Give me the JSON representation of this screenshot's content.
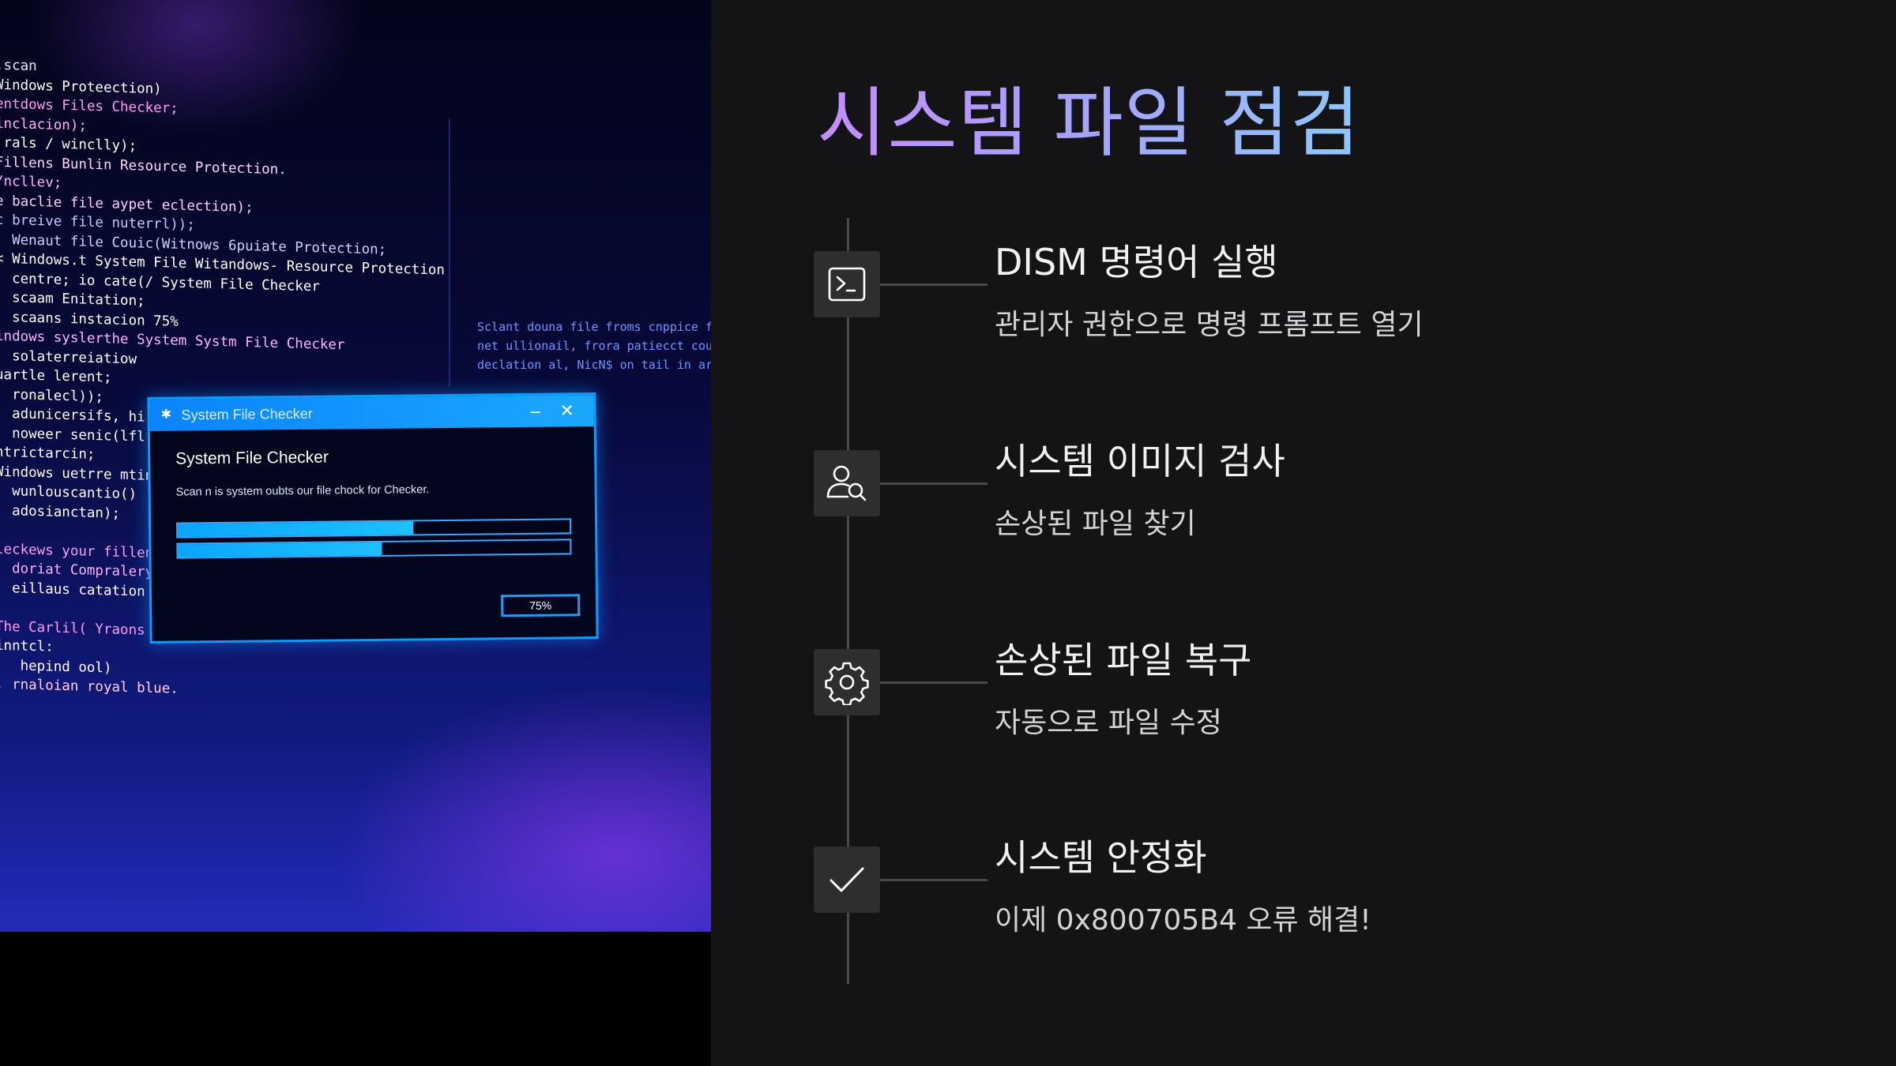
{
  "photo": {
    "code_lines": [
      {
        "text": ".scan",
        "color": "#e9e4ff"
      },
      {
        "text": "Windows Proteection)",
        "color": "#ffffff"
      },
      {
        "text": "entdows Files Checker;",
        "color": "#ff9cf6"
      },
      {
        "text": "inclacion);",
        "color": "#ffb0ff"
      },
      {
        "text": " rals / winclly);",
        "color": "#ffffff"
      },
      {
        "text": "Fillens Bunlin Resource Protection.",
        "color": "#ffd6ff"
      },
      {
        "text": "/ncllev;",
        "color": "#ffb0ff"
      },
      {
        "text": "e baclie file aypet eclection);",
        "color": "#ffd0ff"
      },
      {
        "text": "c breive file nuterrl));",
        "color": "#c8c8ff"
      },
      {
        "text": "  Wenaut file Couic(Witnows 6puiate Protection;",
        "color": "#c8d4ff"
      },
      {
        "text": "< Windows.t System File Witandows- Resource Protection",
        "color": "#ffffff"
      },
      {
        "text": "  centre; io cate(/ System File Checker",
        "color": "#ffffff"
      },
      {
        "text": "  scaam Enitation;",
        "color": "#ffffff"
      },
      {
        "text": "  scaans instacion 75%",
        "color": "#ffffff"
      },
      {
        "text": "indows syslerthe System Systm File Checker",
        "color": "#ffb2ff"
      },
      {
        "text": "  solaterreiatiow",
        "color": "#ffffff"
      },
      {
        "text": "uartle lerent;",
        "color": "#ffffff"
      },
      {
        "text": "  ronalecl));",
        "color": "#ffffff"
      },
      {
        "text": "  adunicersifs, hi",
        "color": "#ffffff"
      },
      {
        "text": "  noweer senic(lfl",
        "color": "#ffffff"
      },
      {
        "text": "ntrictarcin;",
        "color": "#ffffff"
      },
      {
        "text": "Windows uetrre mtin",
        "color": "#ffffff"
      },
      {
        "text": "  wunlouscantio()",
        "color": "#ffffff"
      },
      {
        "text": "  adosianctan);",
        "color": "#ffffff"
      },
      {
        "text": "",
        "color": "#ffffff"
      },
      {
        "text": "leckews your fillen",
        "color": "#ff9cf6"
      },
      {
        "text": "  doriat Compralery",
        "color": "#ffb0ff"
      },
      {
        "text": "  eillaus catation",
        "color": "#ffffff"
      },
      {
        "text": "",
        "color": "#ffffff"
      },
      {
        "text": "The Carlil( Yraons file",
        "color": "#ff9cf6"
      },
      {
        "text": "inntcl:",
        "color": "#ffffff"
      },
      {
        "text": "   hepind ool)",
        "color": "#ffffff"
      },
      {
        "text": ". rnaloian royal blue.",
        "color": "#ffd0ff"
      }
    ],
    "code_right": [
      "Sclant douna file froms cnppice f",
      "net ullionail, frora patiecct cou",
      "declation al, NicN$ on tail in ar"
    ],
    "dialog": {
      "title": "System File Checker",
      "heading": "System File Checker",
      "text": "Scan n is system oubts our file chock for Checker.",
      "min_icon": "–",
      "close_icon": "✕",
      "app_icon": "shield-gear-icon",
      "progress": [
        0.6,
        0.52
      ],
      "button_label": "75%"
    }
  },
  "content": {
    "title": "시스템 파일 점검",
    "steps": [
      {
        "icon": "terminal-icon",
        "title": "DISM 명령어 실행",
        "subtitle": "관리자 권한으로 명령 프롬프트 열기"
      },
      {
        "icon": "user-search-icon",
        "title": "시스템 이미지 검사",
        "subtitle": "손상된 파일 찾기"
      },
      {
        "icon": "gear-icon",
        "title": "손상된 파일 복구",
        "subtitle": "자동으로 파일 수정"
      },
      {
        "icon": "checkmark-icon",
        "title": "시스템 안정화",
        "subtitle": "이제 0x800705B4 오류 해결!"
      }
    ]
  }
}
